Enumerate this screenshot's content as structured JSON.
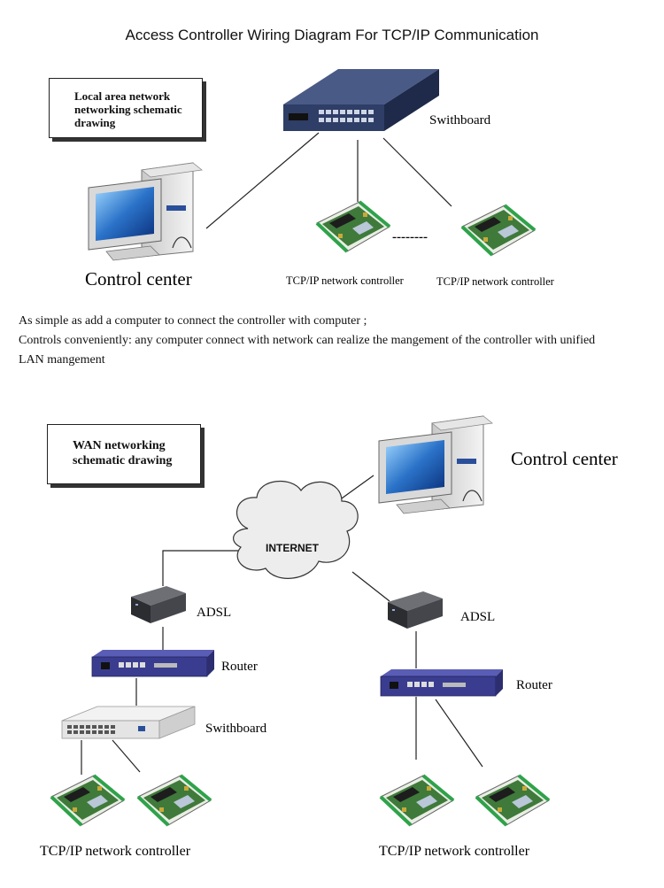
{
  "title": "Access Controller Wiring Diagram For TCP/IP Communication",
  "lan": {
    "box_lines": [
      "Local area network",
      "networking schematic",
      "drawing"
    ],
    "switch_label": "Swithboard",
    "control_center": "Control center",
    "controller_label_1": "TCP/IP network controller",
    "controller_label_2": "TCP/IP network controller",
    "separator": "--------"
  },
  "description": [
    "As simple as add a computer to connect the controller with computer ;",
    "Controls conveniently: any computer connect with network can realize the mangement of the controller with unified",
    "LAN mangement"
  ],
  "wan": {
    "box_lines": [
      "WAN networking",
      "schematic drawing"
    ],
    "control_center": "Control center",
    "internet": "INTERNET",
    "left": {
      "adsl": "ADSL",
      "router": "Router",
      "switch": "Swithboard",
      "controller_label": "TCP/IP network controller"
    },
    "right": {
      "adsl": "ADSL",
      "router": "Router",
      "controller_label": "TCP/IP network controller"
    }
  },
  "colors": {
    "switch_body": "#2f3e66",
    "router_body": "#3a3d8f",
    "pcb": "#3f7a3a",
    "screen": "#2a72c8",
    "line": "#222222"
  }
}
